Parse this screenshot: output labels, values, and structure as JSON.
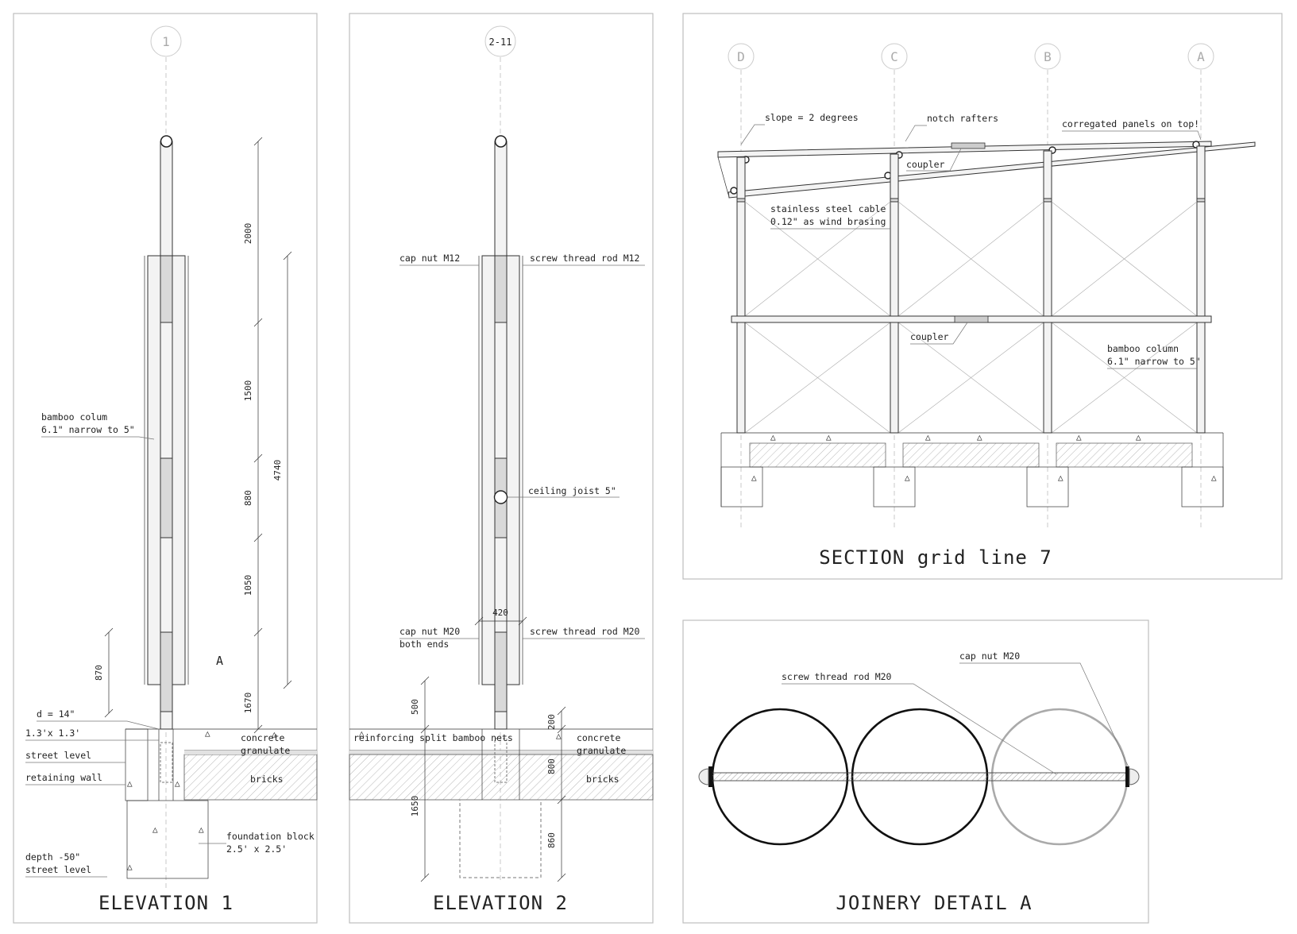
{
  "elevation1": {
    "title": "ELEVATION 1",
    "grid_label": "1",
    "labels": {
      "bamboo_line1": "bamboo colum",
      "bamboo_line2": "6.1\" narrow to 5\"",
      "d": "d = 14\"",
      "size": "1.3'x 1.3'",
      "street": "street level",
      "retaining": "retaining wall",
      "concrete": "concrete",
      "granulate": "granulate",
      "bricks": "bricks",
      "foundation_line1": "foundation block",
      "foundation_line2": "2.5' x 2.5'",
      "depth_line1": "depth -50\"",
      "depth_line2": "street level",
      "detail_ref": "A"
    },
    "dims": {
      "d2000": "2000",
      "d1500": "1500",
      "d880": "880",
      "d1050": "1050",
      "d1670": "1670",
      "d4740": "4740",
      "d870": "870"
    }
  },
  "elevation2": {
    "title": "ELEVATION 2",
    "grid_label": "2-11",
    "labels": {
      "cap_m12": "cap nut M12",
      "rod_m12": "screw thread rod M12",
      "joist": "ceiling joist 5\"",
      "cap_m20_line1": "cap nut M20",
      "cap_m20_line2": "both ends",
      "rod_m20": "screw thread rod M20",
      "reinforcing": "reinforcing split bamboo nets",
      "concrete": "concrete",
      "granulate": "granulate",
      "bricks": "bricks"
    },
    "dims": {
      "d420": "420",
      "d500": "500",
      "d1650": "1650",
      "d200": "200",
      "d800": "800",
      "d860": "860"
    }
  },
  "section": {
    "title": "SECTION grid line 7",
    "grid_labels": [
      "D",
      "C",
      "B",
      "A"
    ],
    "labels": {
      "slope": "slope = 2 degrees",
      "notch": "notch rafters",
      "panels": "corregated panels on top!",
      "coupler_top": "coupler",
      "cable_line1": "stainless steel cable",
      "cable_line2": "0.12\" as wind brasing",
      "coupler_mid": "coupler",
      "column_line1": "bamboo column",
      "column_line2": "6.1\" narrow to 5\""
    }
  },
  "joinery": {
    "title": "JOINERY DETAIL A",
    "labels": {
      "cap_nut": "cap nut M20",
      "rod": "screw thread rod M20"
    }
  }
}
